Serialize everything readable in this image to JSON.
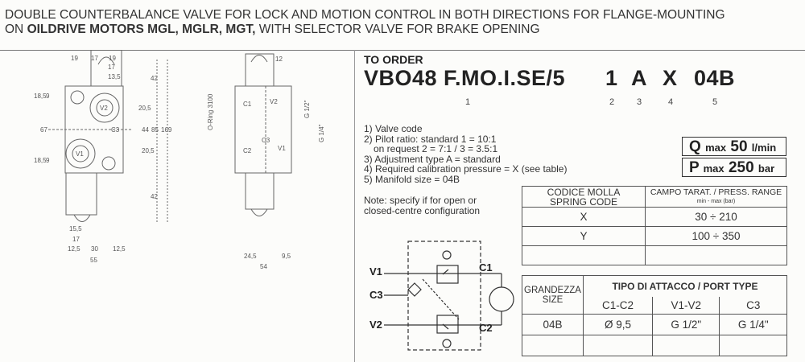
{
  "title": {
    "line1": "DOUBLE COUNTERBALANCE VALVE FOR LOCK AND MOTION CONTROL IN BOTH DIRECTIONS FOR FLANGE-MOUNTING",
    "line2_pre": "ON ",
    "line2_bold": "OILDRIVE MOTORS MGL, MGLR, MGT,",
    "line2_post": " WITH SELECTOR VALVE FOR BRAKE OPENING"
  },
  "order": {
    "heading": "TO ORDER",
    "code": "VBO48 F.MO.I.SE/5",
    "parts": [
      "1",
      "A",
      "X",
      "04B"
    ],
    "indices": [
      "1",
      "2",
      "3",
      "4",
      "5"
    ]
  },
  "notes": [
    "1) Valve code",
    "2) Pilot ratio: standard 1 = 10:1",
    "    on request 2 = 7:1 / 3 = 3.5:1",
    "3) Adjustment type A = standard",
    "4) Required calibration pressure = X (see table)",
    "5) Manifold size = 04B"
  ],
  "note": "Note: specify if for open or closed-centre configuration",
  "specs": {
    "q_letter": "Q",
    "q_max": "max",
    "q_value": "50",
    "q_unit": "l/min",
    "p_letter": "P",
    "p_max": "max",
    "p_value": "250",
    "p_unit": "bar"
  },
  "spring_table": {
    "h1a": "CODICE MOLLA",
    "h1b": "SPRING CODE",
    "h2": "CAMPO TARAT. / PRESS. RANGE",
    "h2sub": "min  -  max (bar)",
    "rows": [
      [
        "X",
        "30  ÷  210"
      ],
      [
        "Y",
        "100  ÷  350"
      ],
      [
        "",
        ""
      ]
    ]
  },
  "port_table": {
    "h1a": "GRANDEZZA",
    "h1b": "SIZE",
    "h2": "TIPO DI ATTACCO / PORT TYPE",
    "cols": [
      "C1-C2",
      "V1-V2",
      "C3"
    ],
    "rows": [
      [
        "04B",
        "Ø 9,5",
        "G 1/2\"",
        "G 1/4\""
      ],
      [
        "",
        "",
        "",
        ""
      ]
    ]
  },
  "schematic": {
    "v1": "V1",
    "v2": "V2",
    "c1": "C1",
    "c2": "C2",
    "c3": "C3"
  },
  "drawing": {
    "front_dims_top": [
      "19",
      "17",
      "19",
      "17",
      "13,5"
    ],
    "front_dims_bottom": [
      "15,5",
      "17",
      "12,5",
      "30",
      "12,5",
      "55"
    ],
    "front_dims_right": [
      "42",
      "20,5",
      "44",
      "20,5",
      "42",
      "85",
      "169"
    ],
    "front_dims_left": [
      "18,5",
      "9",
      "67",
      "18,5",
      "9"
    ],
    "front_ports": [
      "V2",
      "V1",
      "C3",
      "G 1/4\""
    ],
    "side_dims": [
      "12",
      "24,5",
      "9,5",
      "54"
    ],
    "side_labels": [
      "C1",
      "C2",
      "C3",
      "V1",
      "V2",
      "O-Ring 3100",
      "G 1/2\"",
      "G 1/4\""
    ]
  }
}
